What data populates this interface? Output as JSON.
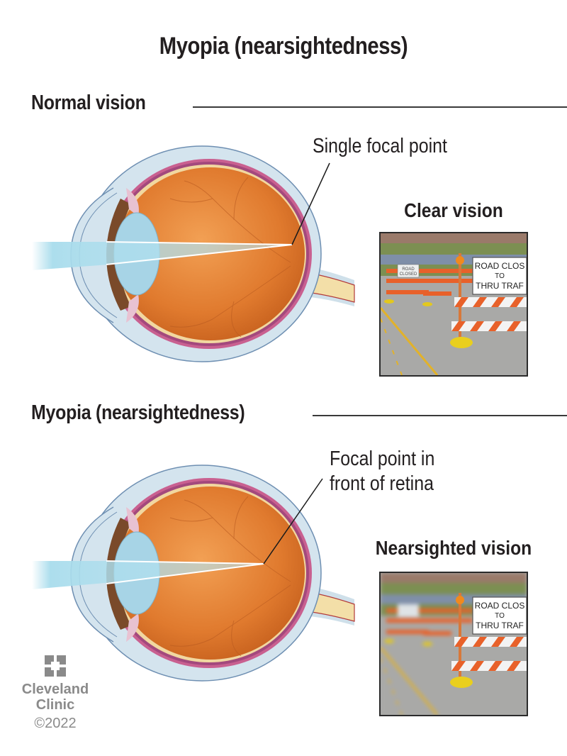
{
  "title": "Myopia (nearsightedness)",
  "sections": [
    {
      "heading": "Normal vision",
      "callout": "Single focal point",
      "photo_label": "Clear vision",
      "focal": "on retina"
    },
    {
      "heading": "Myopia (nearsightedness)",
      "callout_line1": "Focal point in",
      "callout_line2": "front of retina",
      "photo_label": "Nearsighted vision",
      "focal": "in front of retina"
    }
  ],
  "photo_sign": {
    "small_sign_line1": "ROAD",
    "small_sign_line2": "CLOSED",
    "big_sign_line1": "ROAD CLOS",
    "big_sign_line2": "TO",
    "big_sign_line3": "THRU TRAF"
  },
  "logo": {
    "line1": "Cleveland",
    "line2": "Clinic",
    "copyright": "©2022"
  },
  "colors": {
    "text": "#231f20",
    "globe": "#e0792f",
    "light_beam": "#a8dcec",
    "sclera": "#c9dde9",
    "logo_gray": "#8a8a8a",
    "barricade_orange": "#e8612a"
  }
}
